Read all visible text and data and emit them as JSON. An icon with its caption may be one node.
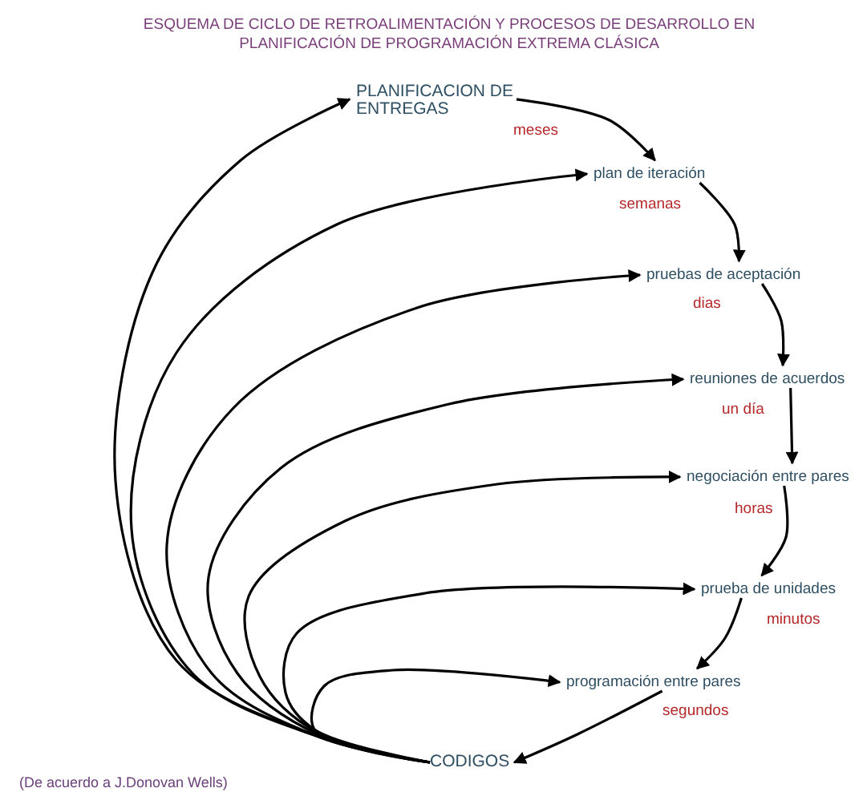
{
  "diagram": {
    "title": "ESQUEMA DE CICLO DE RETROALIMENTACIÓN Y PROCESOS DE DESARROLLO EN PLANIFICACIÓN DE PROGRAMACIÓN EXTREMA CLÁSICA",
    "caption": "(De acuerdo a J.Donovan Wells)",
    "nodes": [
      {
        "text": [
          "PLANIFICACION DE ENTREGAS"
        ],
        "beside": [
          "meses"
        ]
      },
      {
        "text": [
          "plan de iteración"
        ],
        "beside": [
          "semanas"
        ]
      },
      {
        "text": [
          "pruebas de aceptación"
        ],
        "beside": [
          "dias"
        ]
      },
      {
        "text": [
          "reuniones de acuerdos"
        ],
        "beside": [
          "un día"
        ]
      },
      {
        "text": [
          "negociación entre pares"
        ],
        "beside": [
          "horas"
        ]
      },
      {
        "text": [
          "prueba de unidades"
        ],
        "beside": [
          "minutos"
        ]
      },
      {
        "text": [
          "programación entre pares"
        ],
        "beside": [
          "segundos"
        ]
      },
      {
        "text": [
          "CODIGOS"
        ]
      }
    ],
    "edges": [
      {
        "from": 0,
        "to": 1,
        "arrow": "to"
      },
      {
        "from": 1,
        "to": 2,
        "arrow": "to"
      },
      {
        "from": 2,
        "to": 3,
        "arrow": "to"
      },
      {
        "from": 3,
        "to": 4,
        "arrow": "to"
      },
      {
        "from": 4,
        "to": 5,
        "arrow": "to"
      },
      {
        "from": 5,
        "to": 6,
        "arrow": "to"
      },
      {
        "from": 6,
        "to": 7,
        "arrow": "to"
      },
      {
        "from": 7,
        "to": 0,
        "arrow": "to"
      },
      {
        "from": 7,
        "to": 1,
        "arrow": "to"
      },
      {
        "from": 7,
        "to": 2,
        "arrow": "to"
      },
      {
        "from": 7,
        "to": 3,
        "arrow": "to"
      },
      {
        "from": 7,
        "to": 4,
        "arrow": "to"
      },
      {
        "from": 7,
        "to": 5,
        "arrow": "to"
      },
      {
        "from": 7,
        "to": 6,
        "arrow": "to"
      }
    ]
  }
}
